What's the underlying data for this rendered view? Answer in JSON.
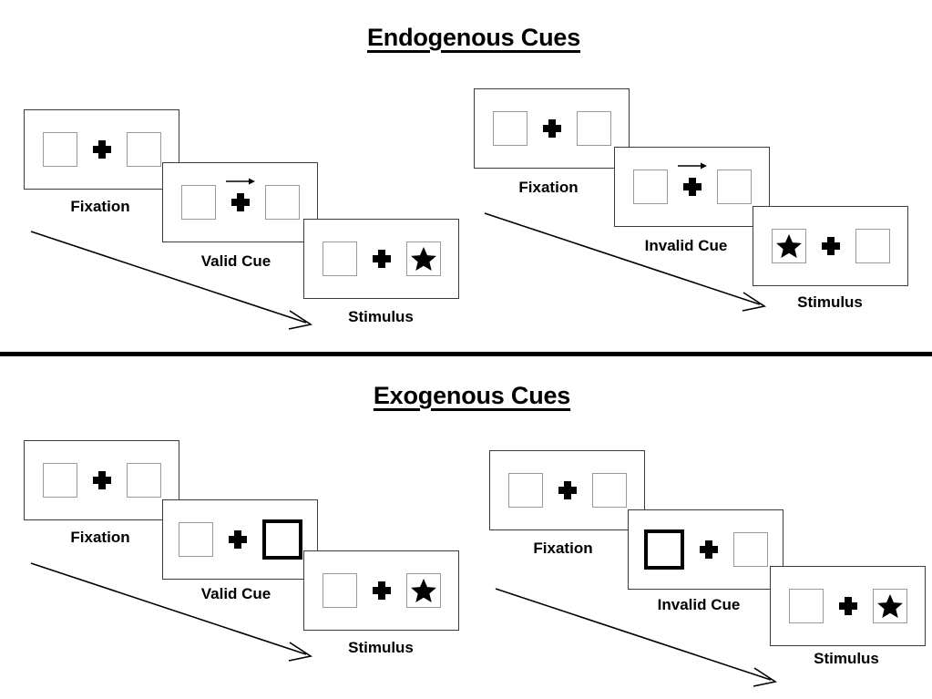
{
  "figure": {
    "title_top": "Endogenous Cues",
    "title_bottom": "Exogenous Cues",
    "colors": {
      "ink": "#000000",
      "panel_border": "#3a3a3a",
      "box_border": "#9a9a9a",
      "cued_box_border": "#000000",
      "background": "#ffffff"
    }
  },
  "sections": [
    {
      "id": "endogenous",
      "title": "Endogenous Cues",
      "cue_type": "central arrow",
      "streams": [
        {
          "id": "endogenous-valid",
          "frames": [
            {
              "label": "Fixation",
              "left_box": "empty",
              "right_box": "empty",
              "cue": "none"
            },
            {
              "label": "Valid Cue",
              "left_box": "empty",
              "right_box": "empty",
              "cue": "arrow-right"
            },
            {
              "label": "Stimulus",
              "left_box": "empty",
              "right_box": "star",
              "cue": "none"
            }
          ]
        },
        {
          "id": "endogenous-invalid",
          "frames": [
            {
              "label": "Fixation",
              "left_box": "empty",
              "right_box": "empty",
              "cue": "none"
            },
            {
              "label": "Invalid Cue",
              "left_box": "empty",
              "right_box": "empty",
              "cue": "arrow-right"
            },
            {
              "label": "Stimulus",
              "left_box": "star",
              "right_box": "empty",
              "cue": "none"
            }
          ]
        }
      ]
    },
    {
      "id": "exogenous",
      "title": "Exogenous Cues",
      "cue_type": "peripheral box flash",
      "streams": [
        {
          "id": "exogenous-valid",
          "frames": [
            {
              "label": "Fixation",
              "left_box": "empty",
              "right_box": "empty",
              "cue": "none"
            },
            {
              "label": "Valid Cue",
              "left_box": "empty",
              "right_box": "highlight",
              "cue": "box-right"
            },
            {
              "label": "Stimulus",
              "left_box": "empty",
              "right_box": "star",
              "cue": "none"
            }
          ]
        },
        {
          "id": "exogenous-invalid",
          "frames": [
            {
              "label": "Fixation",
              "left_box": "empty",
              "right_box": "empty",
              "cue": "none"
            },
            {
              "label": "Invalid Cue",
              "left_box": "highlight",
              "right_box": "empty",
              "cue": "box-left"
            },
            {
              "label": "Stimulus",
              "left_box": "empty",
              "right_box": "star",
              "cue": "none"
            }
          ]
        }
      ]
    }
  ],
  "labels": {
    "fixation": "Fixation",
    "valid_cue": "Valid Cue",
    "invalid_cue": "Invalid Cue",
    "stimulus": "Stimulus"
  },
  "icons": {
    "fixation_cross": "plus-icon",
    "arrow_cue": "arrow-right-icon",
    "target": "star-icon",
    "time_flow": "time-arrow-icon"
  }
}
